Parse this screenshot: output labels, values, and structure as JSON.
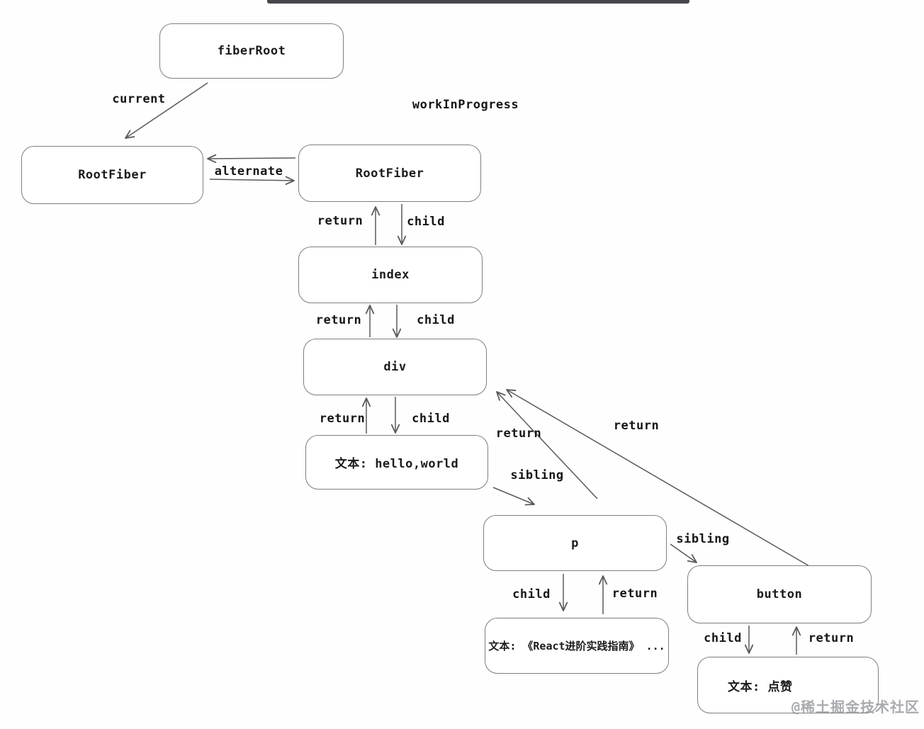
{
  "diagram": {
    "topic": "react-fiber-tree"
  },
  "nodes": {
    "fiber_root": "fiberRoot",
    "root_fiber_current": "RootFiber",
    "root_fiber_wip": "RootFiber",
    "index": "index",
    "div": "div",
    "text_hello": "文本: hello,world",
    "p": "p",
    "text_react": "文本: 《React进阶实践指南》 ...",
    "button": "button",
    "text_like": "文本: 点赞"
  },
  "labels": {
    "current": "current",
    "work_in_progress": "workInProgress",
    "alternate": "alternate",
    "return": "return",
    "child": "child",
    "sibling": "sibling"
  },
  "watermark": "@稀土掘金技术社区",
  "colors": {
    "background": "#fefefe",
    "node_border": "#7f7f7f",
    "node_fill": "#ffffff",
    "text": "#1c1c1c",
    "arrow": "#5a5a5a",
    "watermark": "#8d9095",
    "top_bar": "#46464b"
  }
}
